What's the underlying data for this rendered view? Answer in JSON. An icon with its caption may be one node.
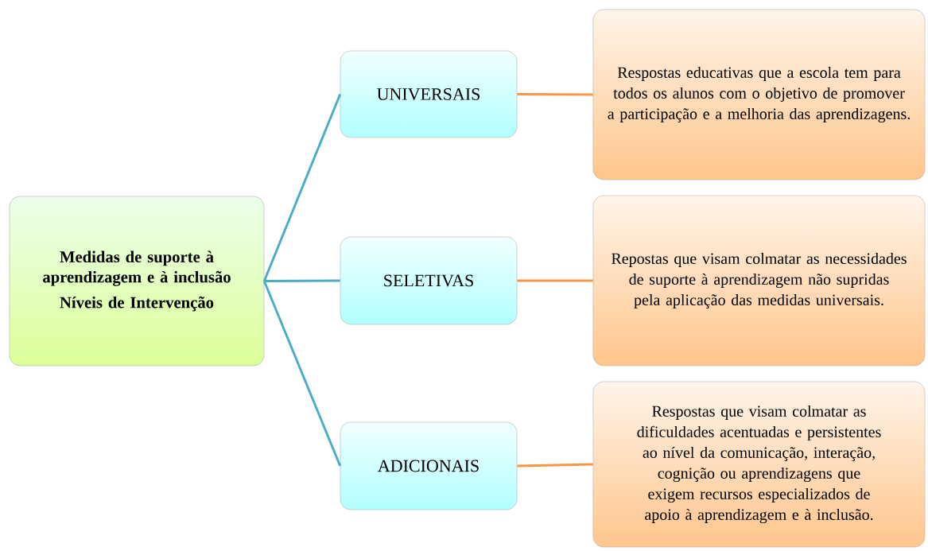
{
  "diagram": {
    "nodes": [
      {
        "text": [
          "Medidas de suporte à aprendizagem e à inclusão",
          "Níveis de Intervenção"
        ]
      },
      {
        "text": [
          "UNIVERSAIS"
        ]
      },
      {
        "text": [
          "Respostas educativas que a escola tem para todos os alunos com o objetivo de promover a participação e a melhoria das aprendizagens."
        ]
      },
      {
        "text": [
          "SELETIVAS"
        ]
      },
      {
        "text": [
          "Repostas que visam colmatar as necessidades de suporte à aprendizagem não supridas pela aplicação das medidas universais."
        ]
      },
      {
        "text": [
          "ADICIONAIS"
        ]
      },
      {
        "text": [
          "Respostas que visam colmatar as dificuldades acentuadas e persistentes ao nível da comunicação, interação, cognição ou aprendizagens que exigem recursos especializados de apoio à aprendizagem e à inclusão."
        ]
      }
    ],
    "edges": [
      {
        "from": 0,
        "to": 1,
        "arrow": "none",
        "color": "#4bacc6"
      },
      {
        "from": 0,
        "to": 3,
        "arrow": "none",
        "color": "#4bacc6"
      },
      {
        "from": 0,
        "to": 5,
        "arrow": "none",
        "color": "#4bacc6"
      },
      {
        "from": 1,
        "to": 2,
        "arrow": "none",
        "color": "#f79646"
      },
      {
        "from": 3,
        "to": 4,
        "arrow": "none",
        "color": "#f79646"
      },
      {
        "from": 5,
        "to": 6,
        "arrow": "none",
        "color": "#f79646"
      }
    ]
  }
}
